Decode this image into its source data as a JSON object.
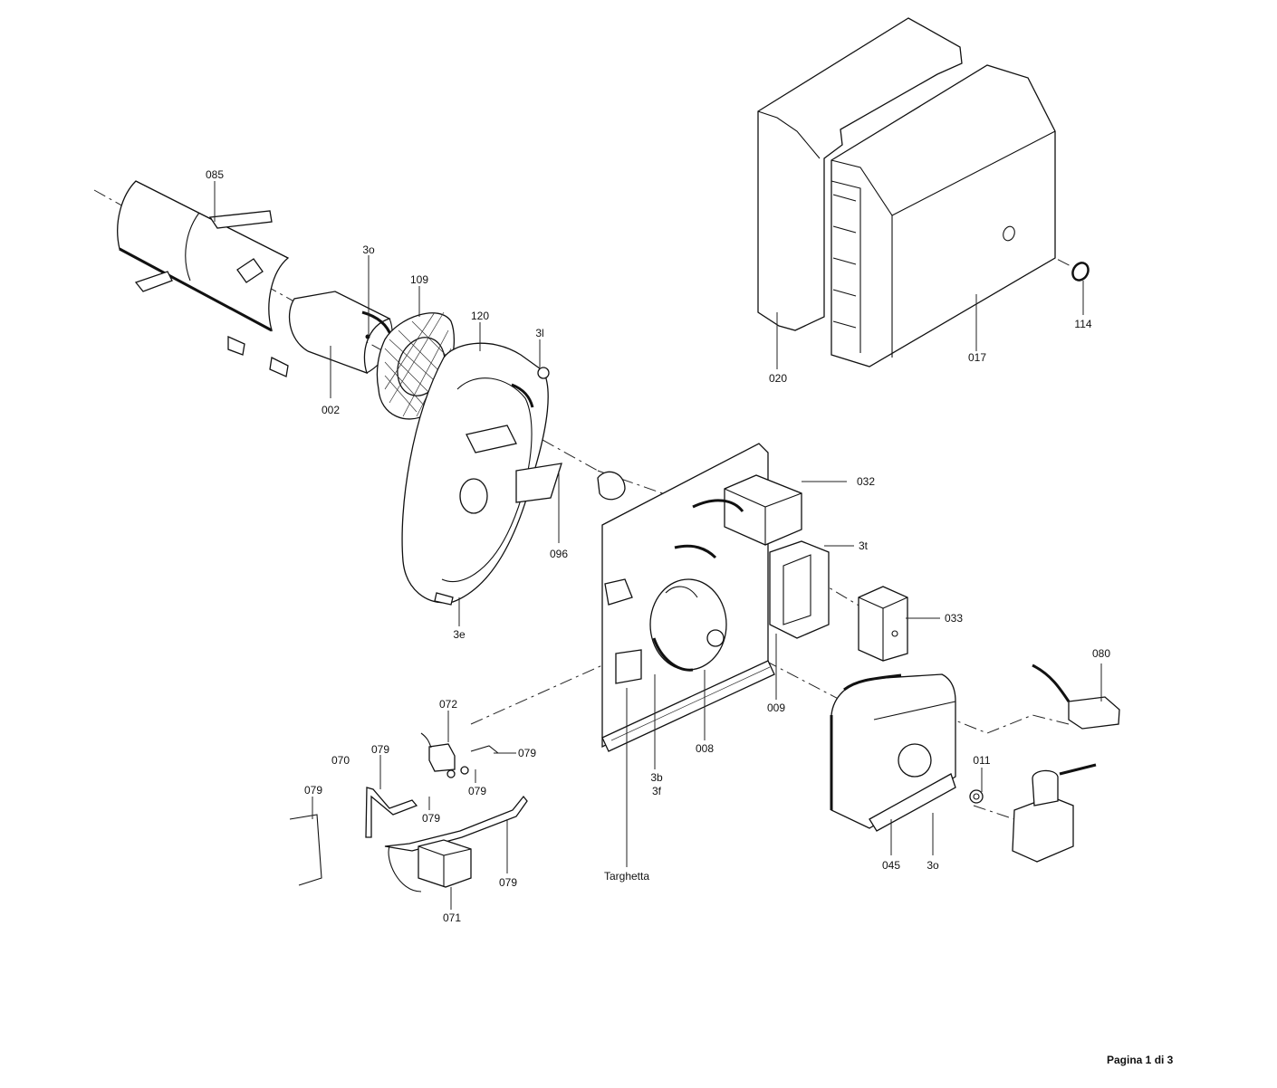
{
  "title": "Burner exploded parts diagram",
  "footer": {
    "page_label": "Pagina 1 di 3"
  },
  "parts": {
    "p085": "085",
    "p3o_a": "3o",
    "p109": "109",
    "p120": "120",
    "p3l_a": "3l",
    "p002": "002",
    "p096": "096",
    "p3e": "3e",
    "p032": "032",
    "p3t": "3t",
    "p033": "033",
    "p009": "009",
    "p008": "008",
    "p3b": "3b",
    "p3f": "3f",
    "p080": "080",
    "p011": "011",
    "p045": "045",
    "p3o_b": "3o",
    "p072": "072",
    "p070": "070",
    "p079_a": "079",
    "p079_b": "079",
    "p079_c": "079",
    "p079_d": "079",
    "p079_e": "079",
    "p079_f": "079",
    "p071": "071",
    "targhetta": "Targhetta",
    "p020": "020",
    "p017": "017",
    "p114": "114"
  }
}
